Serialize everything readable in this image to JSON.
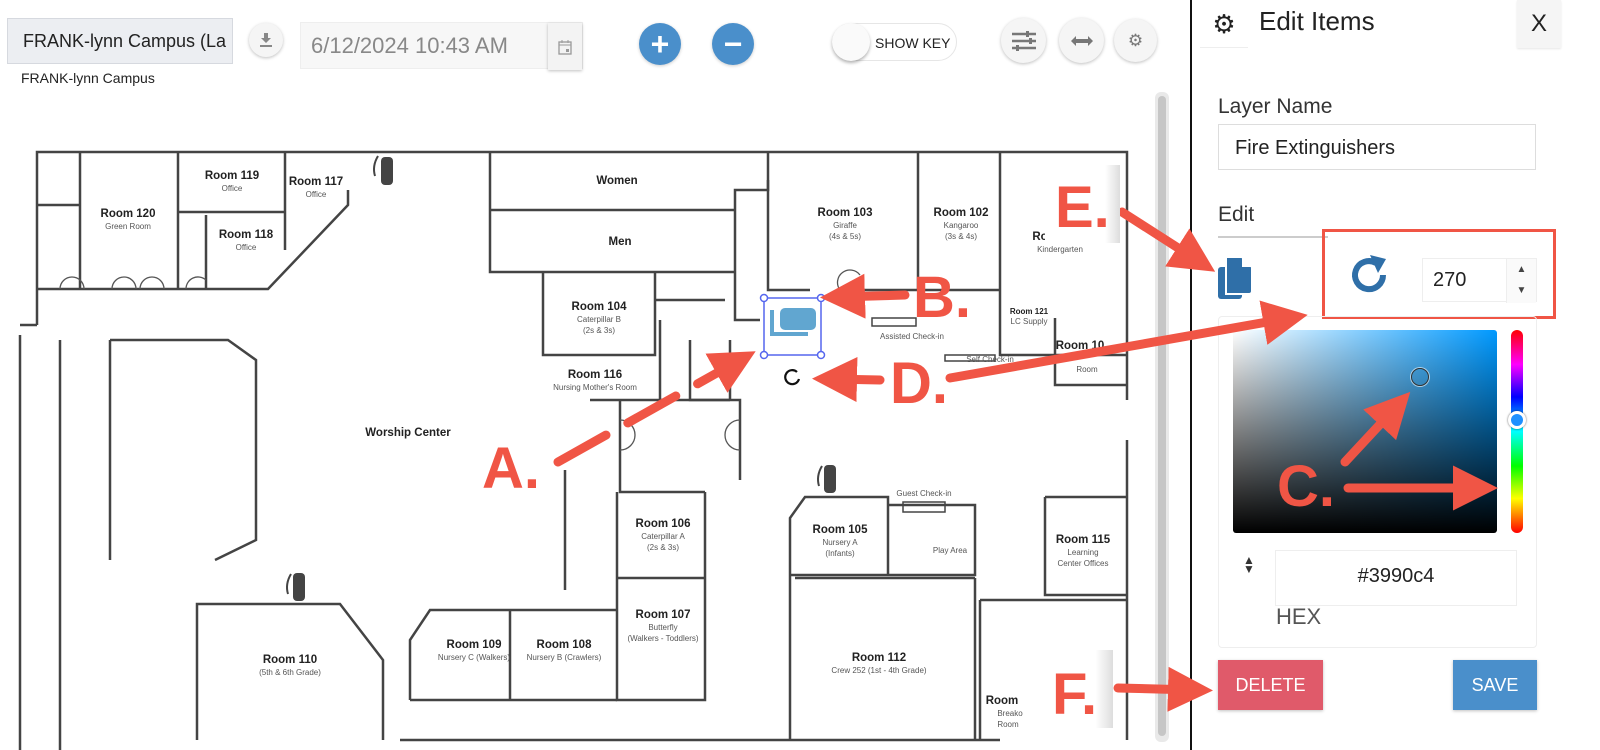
{
  "toolbar": {
    "campus_select": "FRANK-lynn Campus (La",
    "campus_subtitle": "FRANK-lynn Campus",
    "date_value": "6/12/2024 10:43 AM",
    "zoom_in": "+",
    "zoom_out": "−",
    "show_key": "SHOW KEY"
  },
  "floorplan": {
    "rooms": {
      "r120": {
        "name": "Room 120",
        "sub": "Green Room"
      },
      "r119": {
        "name": "Room 119",
        "sub": "Office"
      },
      "r117": {
        "name": "Room 117",
        "sub": "Office"
      },
      "r118": {
        "name": "Room 118",
        "sub": "Office"
      },
      "women": "Women",
      "men": "Men",
      "r103": {
        "name": "Room 103",
        "sub": "Giraffe",
        "sub2": "(4s & 5s)"
      },
      "r102": {
        "name": "Room 102",
        "sub": "Kangaroo",
        "sub2": "(3s & 4s)"
      },
      "kinder": {
        "name": "Ro",
        "sub": "Kindergarten"
      },
      "r104": {
        "name": "Room 104",
        "sub": "Caterpillar B",
        "sub2": "(2s & 3s)"
      },
      "r116": {
        "name": "Room 116",
        "sub": "Nursing Mother's Room"
      },
      "r121": {
        "name": "Room 121",
        "sub": "LC Supply"
      },
      "r10x": {
        "name": "Room 10",
        "sub": "Room"
      },
      "assisted": "Assisted Check-in",
      "selfcheck": "Self Check-in",
      "worship": "Worship Center",
      "r106": {
        "name": "Room 106",
        "sub": "Caterpillar A",
        "sub2": "(2s & 3s)"
      },
      "guest": "Guest Check-in",
      "r105": {
        "name": "Room 105",
        "sub": "Nursery A",
        "sub2": "(Infants)"
      },
      "play": "Play Area",
      "r115": {
        "name": "Room 115",
        "sub": "Learning",
        "sub2": "Center Offices"
      },
      "r107": {
        "name": "Room 107",
        "sub": "Butterfly",
        "sub2": "(Walkers - Toddlers)"
      },
      "r109": {
        "name": "Room 109",
        "sub": "Nursery C (Walkers)"
      },
      "r108": {
        "name": "Room 108",
        "sub": "Nursery B (Crawlers)"
      },
      "r110": {
        "name": "Room 110",
        "sub": "(5th & 6th Grade)"
      },
      "r112": {
        "name": "Room 112",
        "sub": "Crew 252 (1st - 4th Grade)"
      },
      "breakroom": {
        "name": "Room",
        "sub": "Breako",
        "sub2": "Room"
      }
    },
    "selected_item_color": "#3990c4"
  },
  "annotations": {
    "a": "A.",
    "b": "B.",
    "c": "C.",
    "d": "D.",
    "e": "E.",
    "f": "F.",
    "color": "#f05545"
  },
  "panel": {
    "title": "Edit Items",
    "close": "X",
    "layer_name_label": "Layer Name",
    "layer_name_value": "Fire Extinguishers",
    "edit_label": "Edit",
    "rotation_value": "270",
    "hex_value": "#3990c4",
    "hex_label": "HEX",
    "delete": "DELETE",
    "save": "SAVE",
    "delete_color": "#e05a6a",
    "save_color": "#4a8fcb"
  }
}
